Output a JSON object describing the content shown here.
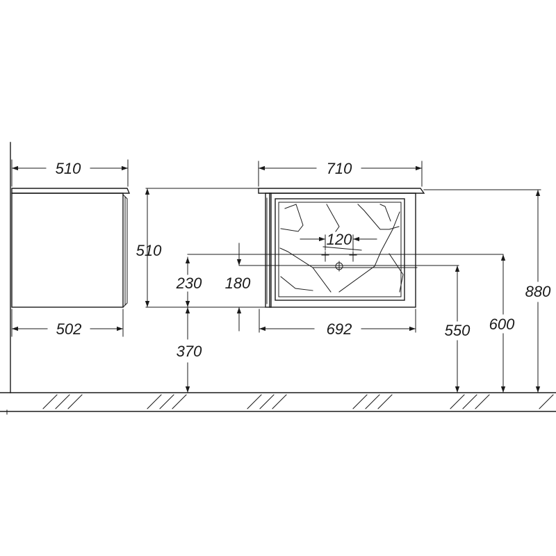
{
  "dimensions": {
    "side_top_width": "510",
    "side_bottom_width": "502",
    "side_height": "510",
    "front_top_width": "710",
    "front_bottom_width": "692",
    "hole_spacing": "120",
    "offset_230": "230",
    "offset_180": "180",
    "mount_370": "370",
    "height_550": "550",
    "height_600": "600",
    "height_880": "880"
  },
  "colors": {
    "line": "#1a1a1a",
    "background": "#ffffff"
  }
}
